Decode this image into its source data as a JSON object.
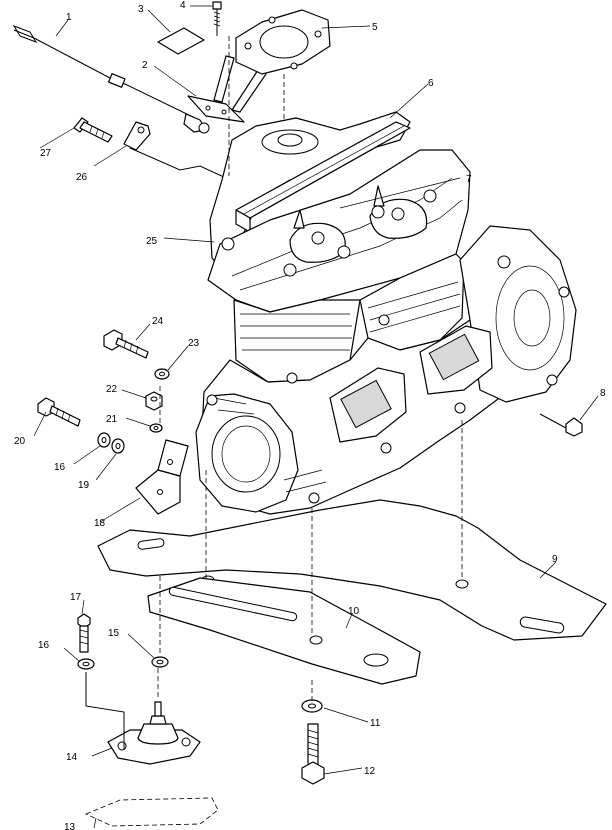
{
  "callouts": [
    {
      "id": "c1",
      "text": "1"
    },
    {
      "id": "c2",
      "text": "2"
    },
    {
      "id": "c3",
      "text": "3"
    },
    {
      "id": "c4",
      "text": "4"
    },
    {
      "id": "c5",
      "text": "5"
    },
    {
      "id": "c6",
      "text": "6"
    },
    {
      "id": "c7",
      "text": "7"
    },
    {
      "id": "c8",
      "text": "8"
    },
    {
      "id": "c9",
      "text": "9"
    },
    {
      "id": "c10",
      "text": "10"
    },
    {
      "id": "c11",
      "text": "11"
    },
    {
      "id": "c12",
      "text": "12"
    },
    {
      "id": "c13",
      "text": "13"
    },
    {
      "id": "c14",
      "text": "14"
    },
    {
      "id": "c15",
      "text": "15"
    },
    {
      "id": "c16a",
      "text": "16"
    },
    {
      "id": "c16b",
      "text": "16"
    },
    {
      "id": "c17",
      "text": "17"
    },
    {
      "id": "c18",
      "text": "18"
    },
    {
      "id": "c19",
      "text": "19"
    },
    {
      "id": "c20",
      "text": "20"
    },
    {
      "id": "c21",
      "text": "21"
    },
    {
      "id": "c22",
      "text": "22"
    },
    {
      "id": "c23",
      "text": "23"
    },
    {
      "id": "c24",
      "text": "24"
    },
    {
      "id": "c25",
      "text": "25"
    },
    {
      "id": "c26",
      "text": "26"
    },
    {
      "id": "c27",
      "text": "27"
    }
  ]
}
